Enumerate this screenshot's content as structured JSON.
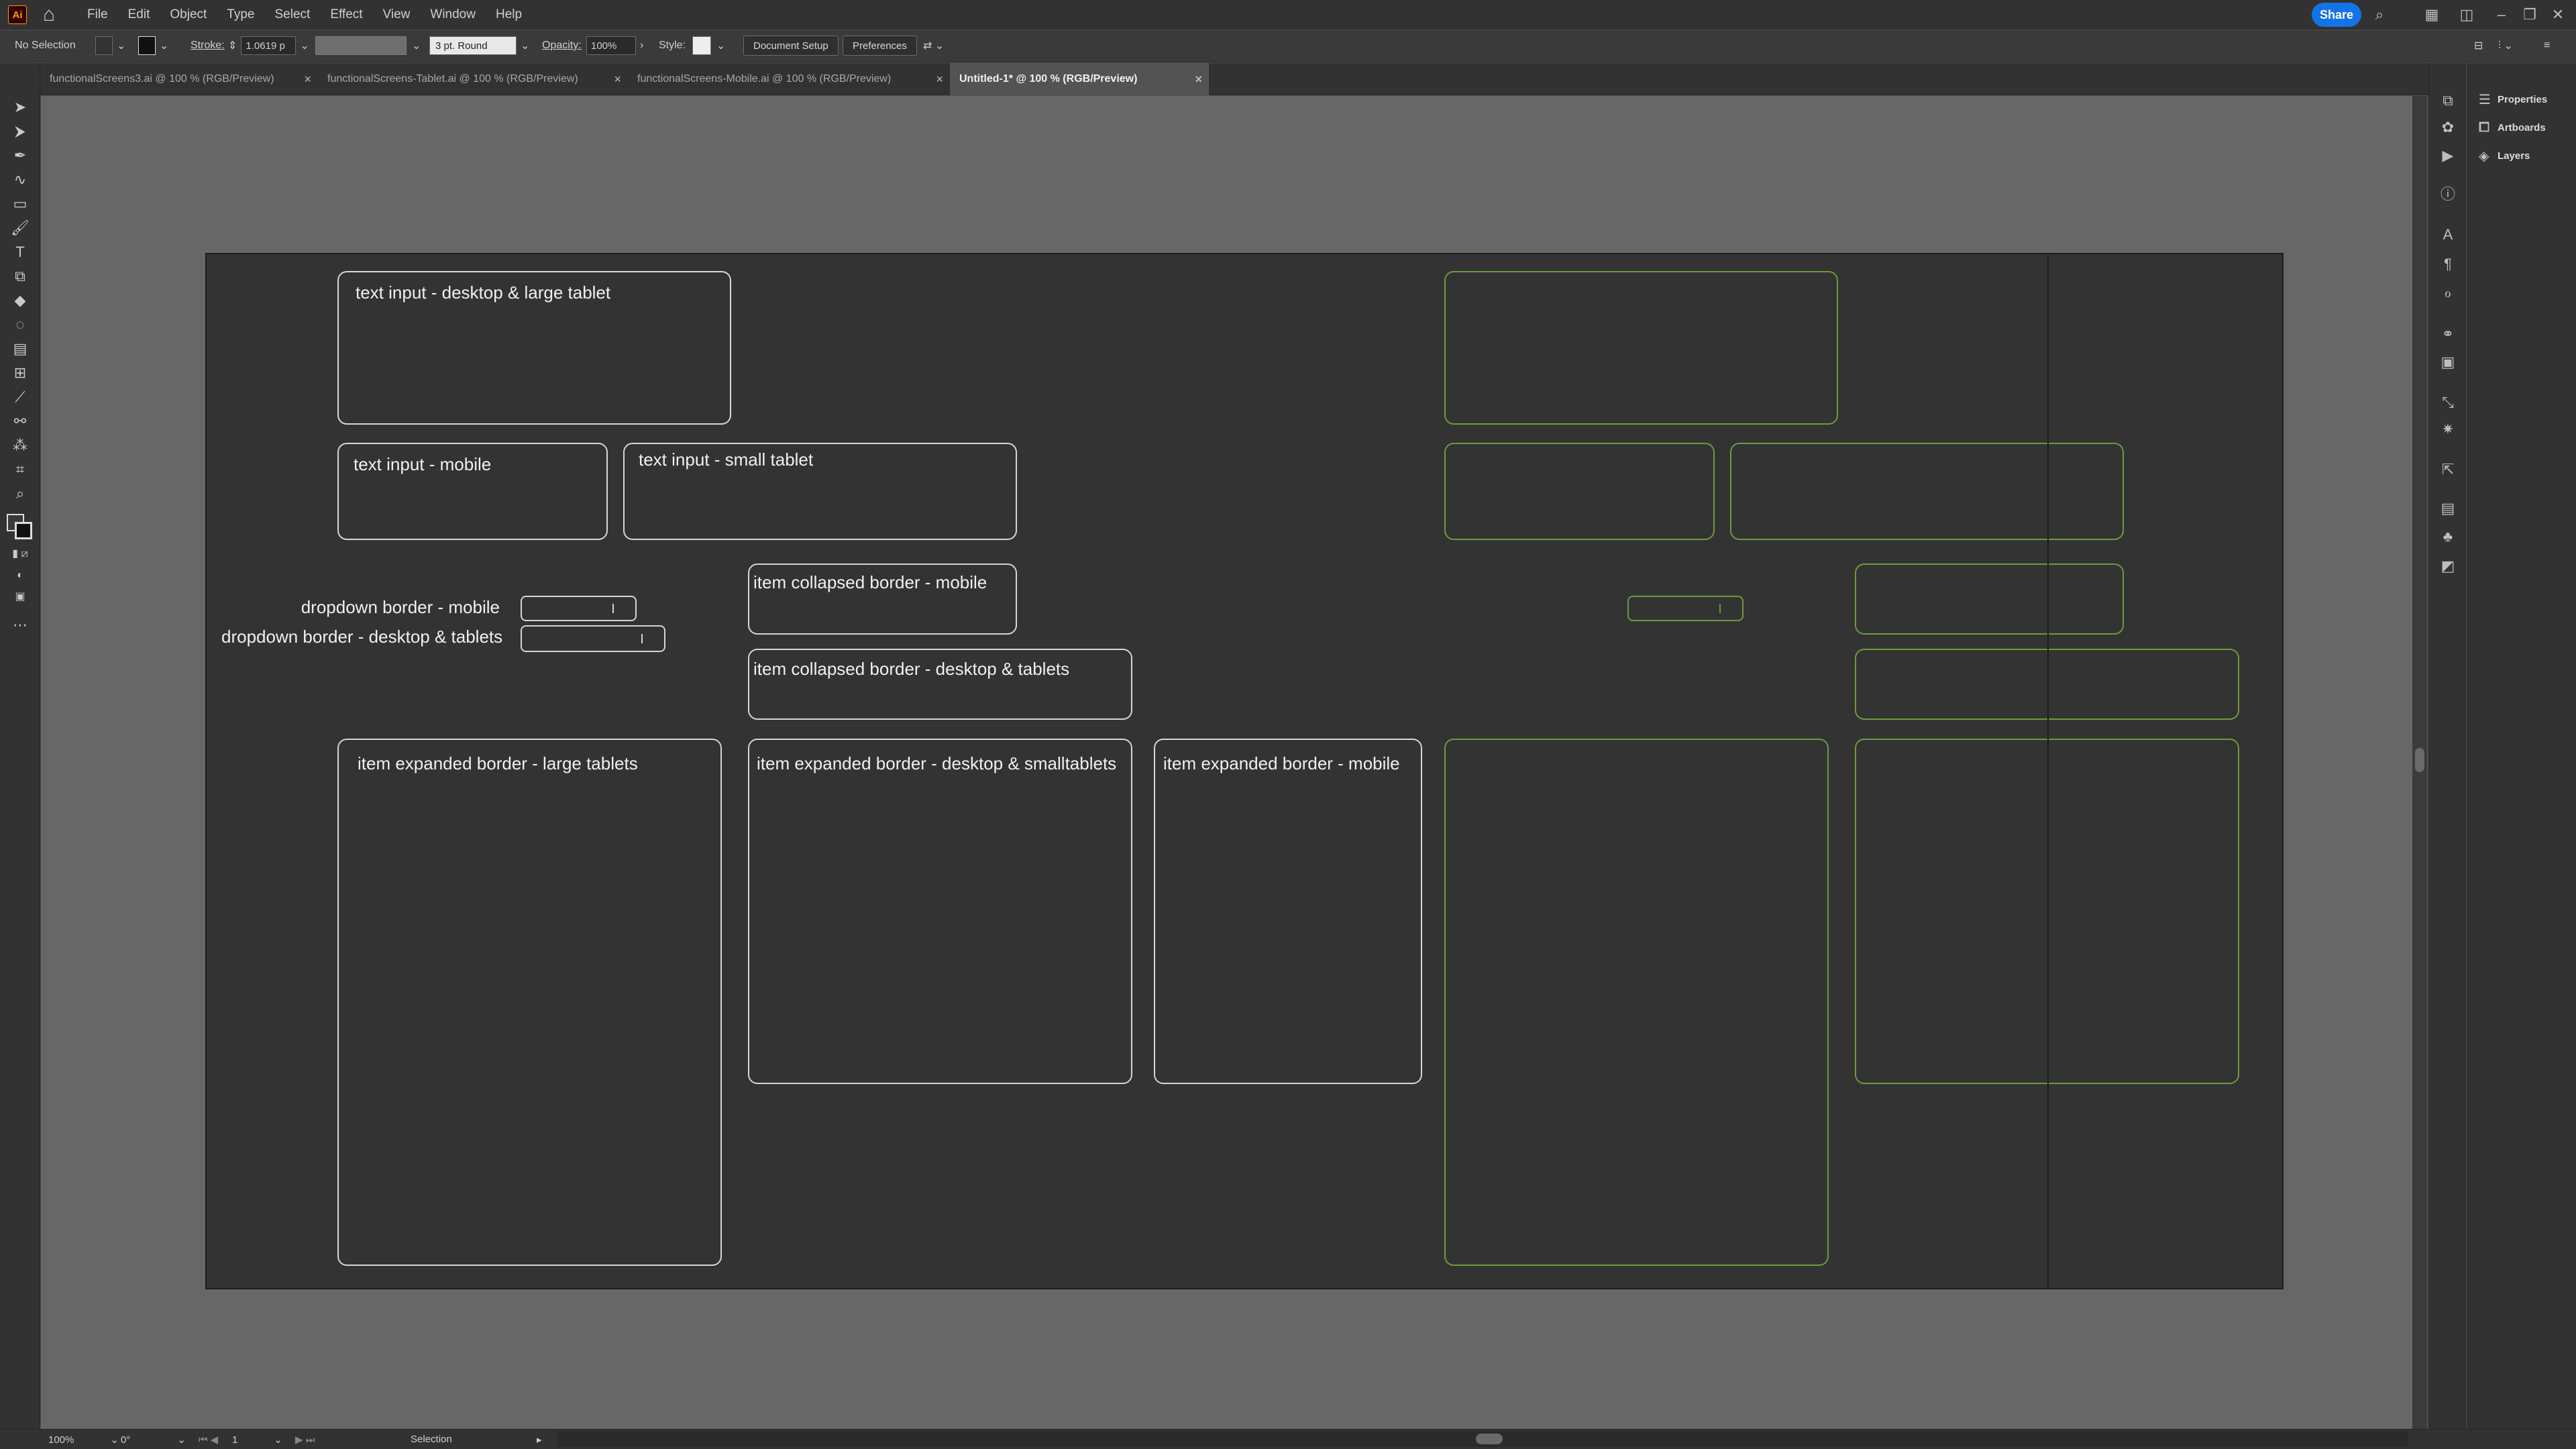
{
  "app": {
    "logo": "Ai"
  },
  "menu": [
    "File",
    "Edit",
    "Object",
    "Type",
    "Select",
    "Effect",
    "View",
    "Window",
    "Help"
  ],
  "share_label": "Share",
  "control_bar": {
    "selection": "No Selection",
    "stroke_label": "Stroke:",
    "stroke_value": "1.0619 p",
    "brush": "3 pt. Round",
    "opacity_label": "Opacity:",
    "opacity_value": "100%",
    "style_label": "Style:",
    "document_setup": "Document Setup",
    "preferences": "Preferences"
  },
  "tabs": [
    {
      "label": "functionalScreens3.ai @ 100 % (RGB/Preview)"
    },
    {
      "label": "functionalScreens-Tablet.ai @ 100 % (RGB/Preview)"
    },
    {
      "label": "functionalScreens-Mobile.ai @ 100 % (RGB/Preview)"
    },
    {
      "label": "Untitled-1* @ 100 % (RGB/Preview)"
    }
  ],
  "artboard_labels": {
    "text_input_desktop": "text input - desktop & large tablet",
    "text_input_mobile": "text input - mobile",
    "text_input_small_tablet": "text input - small tablet",
    "dropdown_mobile": "dropdown border - mobile",
    "dropdown_desktop": "dropdown border - desktop & tablets",
    "collapsed_mobile": "item collapsed border - mobile",
    "collapsed_desktop": "item collapsed border - desktop & tablets",
    "expanded_large_tablets": "item expanded border - large tablets",
    "expanded_desktop": "item expanded border - desktop & smalltablets",
    "expanded_mobile": "item expanded border - mobile"
  },
  "panels": [
    "Properties",
    "Artboards",
    "Layers"
  ],
  "status": {
    "zoom": "100%",
    "rotation": "0°",
    "artboard_num": "1",
    "tool": "Selection"
  },
  "colors": {
    "accent": "#1473e6",
    "outline_green": "#6e9a3e",
    "outline_white": "#d6d6d6"
  }
}
